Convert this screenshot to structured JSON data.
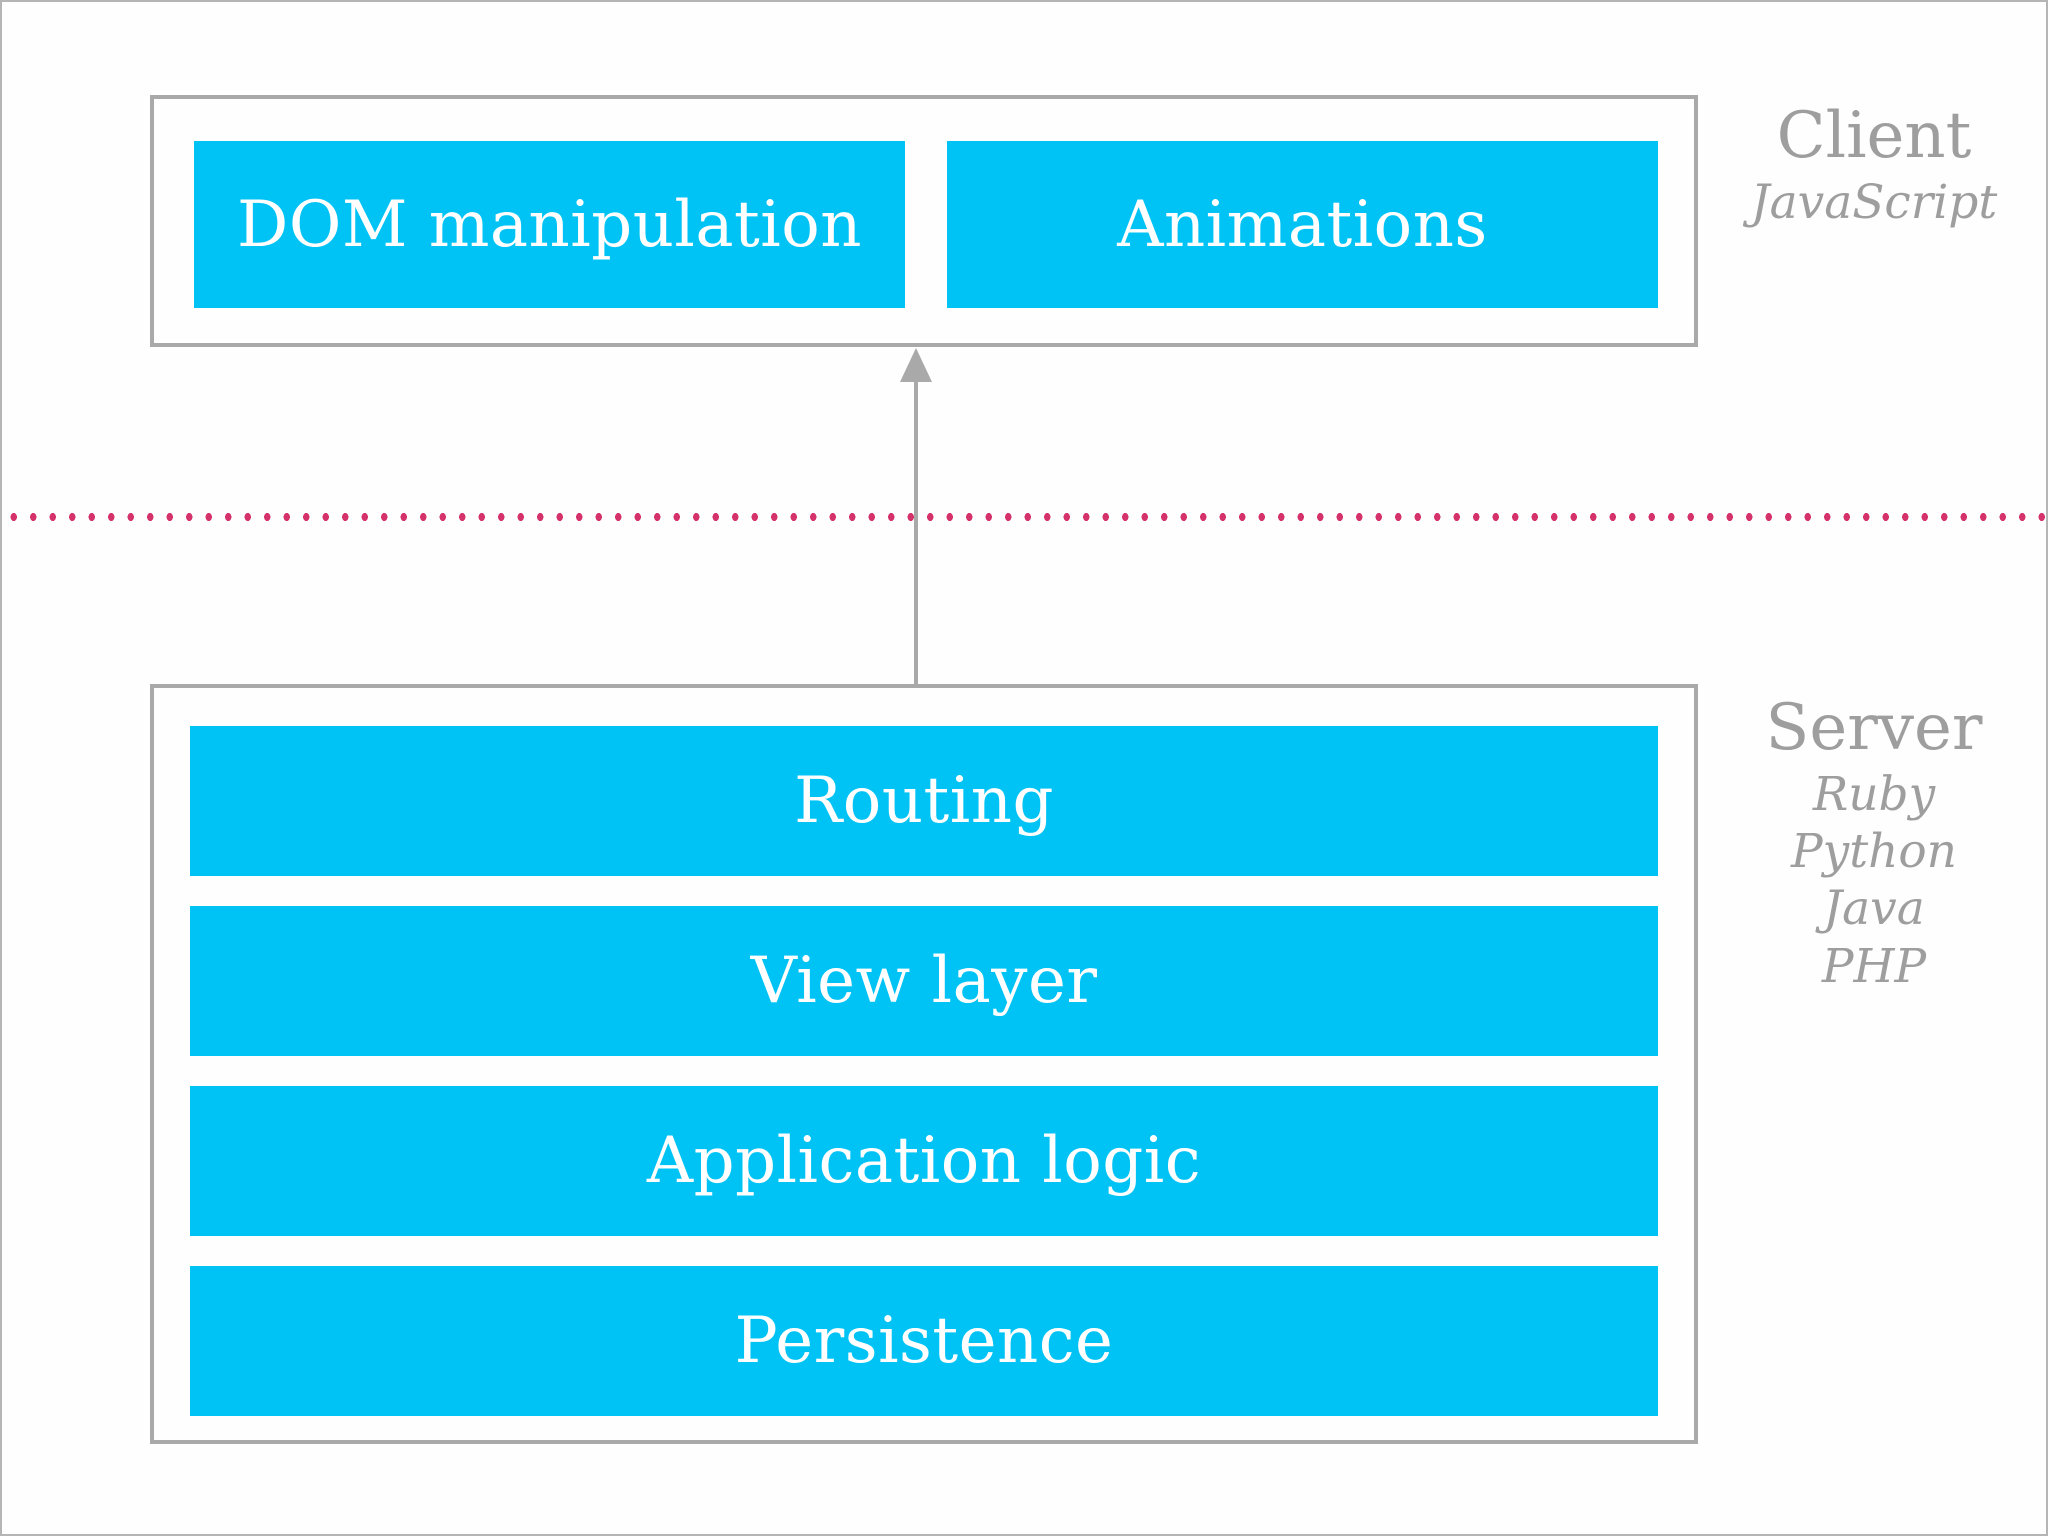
{
  "diagram": {
    "client": {
      "title": "Client",
      "technologies": [
        "JavaScript"
      ],
      "components": [
        "DOM manipulation",
        "Animations"
      ]
    },
    "server": {
      "title": "Server",
      "technologies": [
        "Ruby",
        "Python",
        "Java",
        "PHP"
      ],
      "components": [
        "Routing",
        "View layer",
        "Application logic",
        "Persistence"
      ]
    },
    "colors": {
      "component_fill": "#00c3f5",
      "component_text": "#ffffff",
      "outline_gray": "#a9a9a9",
      "label_gray": "#9e9e9e",
      "separator_pink": "#d5326b"
    }
  }
}
